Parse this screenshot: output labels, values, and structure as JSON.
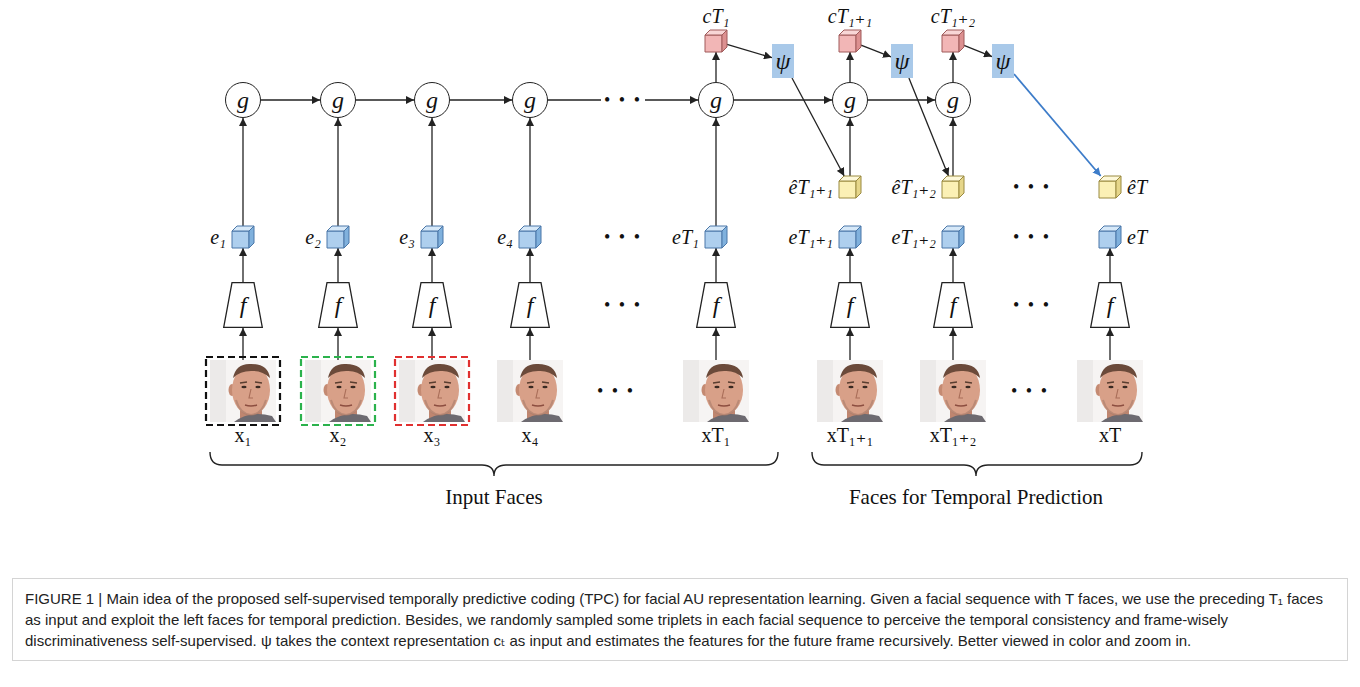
{
  "diagram": {
    "caption": "FIGURE 1 | Main idea of the proposed self-supervised temporally predictive coding (TPC) for facial AU representation learning. Given a facial sequence with T faces, we use the preceding T₁ faces as input and exploit the left faces for temporal prediction. Besides, we randomly sampled some triplets in each facial sequence to perceive the temporal consistency and frame-wisely discriminativeness self-supervised. ψ takes the context representation cₜ as input and estimates the features for the future frame recursively. Better viewed in color and zoom in.",
    "nodes": [
      {
        "text": [
          "cT₁"
        ]
      },
      {
        "text": [
          "cT₁₊₁"
        ]
      },
      {
        "text": [
          "cT₁₊₂"
        ]
      },
      {
        "text": [
          "ψ"
        ]
      },
      {
        "text": [
          "ψ"
        ]
      },
      {
        "text": [
          "ψ"
        ]
      },
      {
        "text": [
          "g"
        ]
      },
      {
        "text": [
          "g"
        ]
      },
      {
        "text": [
          "g"
        ]
      },
      {
        "text": [
          "g"
        ]
      },
      {
        "text": [
          "g"
        ]
      },
      {
        "text": [
          "g"
        ]
      },
      {
        "text": [
          "g"
        ]
      },
      {
        "text": [
          "êT₁₊₁"
        ]
      },
      {
        "text": [
          "êT₁₊₂"
        ]
      },
      {
        "text": [
          "êT"
        ]
      },
      {
        "text": [
          "e₁"
        ]
      },
      {
        "text": [
          "e₂"
        ]
      },
      {
        "text": [
          "e₃"
        ]
      },
      {
        "text": [
          "e₄"
        ]
      },
      {
        "text": [
          "eT₁"
        ]
      },
      {
        "text": [
          "eT₁₊₁"
        ]
      },
      {
        "text": [
          "eT₁₊₂"
        ]
      },
      {
        "text": [
          "eT"
        ]
      },
      {
        "text": [
          "f"
        ]
      },
      {
        "text": [
          "f"
        ]
      },
      {
        "text": [
          "f"
        ]
      },
      {
        "text": [
          "f"
        ]
      },
      {
        "text": [
          "f"
        ]
      },
      {
        "text": [
          "f"
        ]
      },
      {
        "text": [
          "f"
        ]
      },
      {
        "text": [
          "f"
        ]
      },
      {
        "text": [
          "x₁"
        ]
      },
      {
        "text": [
          "x₂"
        ]
      },
      {
        "text": [
          "x₃"
        ]
      },
      {
        "text": [
          "x₄"
        ]
      },
      {
        "text": [
          "xT₁"
        ]
      },
      {
        "text": [
          "xT₁₊₁"
        ]
      },
      {
        "text": [
          "xT₁₊₂"
        ]
      },
      {
        "text": [
          "xT"
        ]
      }
    ],
    "edges": [
      {
        "from": 32,
        "to": 24,
        "arrow": "to"
      },
      {
        "from": 33,
        "to": 25,
        "arrow": "to"
      },
      {
        "from": 34,
        "to": 26,
        "arrow": "to"
      },
      {
        "from": 35,
        "to": 27,
        "arrow": "to"
      },
      {
        "from": 36,
        "to": 28,
        "arrow": "to"
      },
      {
        "from": 37,
        "to": 29,
        "arrow": "to"
      },
      {
        "from": 38,
        "to": 30,
        "arrow": "to"
      },
      {
        "from": 39,
        "to": 31,
        "arrow": "to"
      },
      {
        "from": 24,
        "to": 16,
        "arrow": "to"
      },
      {
        "from": 25,
        "to": 17,
        "arrow": "to"
      },
      {
        "from": 26,
        "to": 18,
        "arrow": "to"
      },
      {
        "from": 27,
        "to": 19,
        "arrow": "to"
      },
      {
        "from": 28,
        "to": 20,
        "arrow": "to"
      },
      {
        "from": 29,
        "to": 21,
        "arrow": "to"
      },
      {
        "from": 30,
        "to": 22,
        "arrow": "to"
      },
      {
        "from": 31,
        "to": 23,
        "arrow": "to"
      },
      {
        "from": 16,
        "to": 6,
        "arrow": "to"
      },
      {
        "from": 17,
        "to": 7,
        "arrow": "to"
      },
      {
        "from": 18,
        "to": 8,
        "arrow": "to"
      },
      {
        "from": 19,
        "to": 9,
        "arrow": "to"
      },
      {
        "from": 20,
        "to": 10,
        "arrow": "to"
      },
      {
        "from": 6,
        "to": 7,
        "arrow": "to"
      },
      {
        "from": 7,
        "to": 8,
        "arrow": "to"
      },
      {
        "from": 8,
        "to": 9,
        "arrow": "to"
      },
      {
        "from": 9,
        "to": 10,
        "arrow": "to"
      },
      {
        "from": 10,
        "to": 11,
        "arrow": "to"
      },
      {
        "from": 11,
        "to": 12,
        "arrow": "to"
      },
      {
        "from": 10,
        "to": 0,
        "arrow": "to"
      },
      {
        "from": 11,
        "to": 1,
        "arrow": "to"
      },
      {
        "from": 12,
        "to": 2,
        "arrow": "to"
      },
      {
        "from": 0,
        "to": 3,
        "arrow": "to"
      },
      {
        "from": 1,
        "to": 4,
        "arrow": "to"
      },
      {
        "from": 2,
        "to": 5,
        "arrow": "to"
      },
      {
        "from": 3,
        "to": 13,
        "arrow": "to"
      },
      {
        "from": 4,
        "to": 14,
        "arrow": "to"
      },
      {
        "from": 5,
        "to": 15,
        "arrow": "to"
      },
      {
        "from": 13,
        "to": 11,
        "arrow": "to"
      },
      {
        "from": 14,
        "to": 12,
        "arrow": "to"
      }
    ],
    "labels": [
      "• • •",
      "• • •",
      "• • •",
      "• • •",
      "• • •",
      "• • •",
      "• • •",
      "• • •",
      "Input Faces",
      "Faces for Temporal Prediction"
    ]
  }
}
